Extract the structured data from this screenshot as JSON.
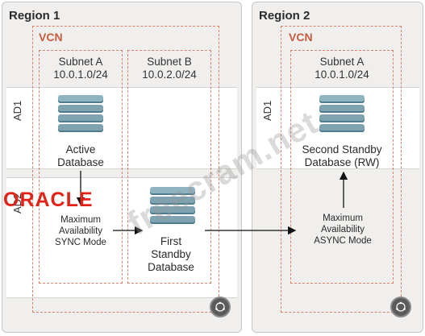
{
  "regions": {
    "r1": {
      "title": "Region 1",
      "vcn": "VCN"
    },
    "r2": {
      "title": "Region 2",
      "vcn": "VCN"
    }
  },
  "ads": {
    "ad1": "AD1",
    "ad2": "AD2"
  },
  "subnets": {
    "r1a": {
      "name": "Subnet A",
      "cidr": "10.0.1.0/24"
    },
    "r1b": {
      "name": "Subnet B",
      "cidr": "10.0.2.0/24"
    },
    "r2a": {
      "name": "Subnet A",
      "cidr": "10.0.1.0/24"
    }
  },
  "databases": {
    "active": {
      "line1": "Active",
      "line2": "Database"
    },
    "first": {
      "line1": "First",
      "line2": "Standby",
      "line3": "Database"
    },
    "second": {
      "line1": "Second Standby",
      "line2": "Database (RW)"
    }
  },
  "modes": {
    "sync": {
      "line1": "Maximum",
      "line2": "Availability",
      "line3": "SYNC Mode"
    },
    "async": {
      "line1": "Maximum",
      "line2": "Availability",
      "line3": "ASYNC Mode"
    }
  },
  "logo": "ORACLE",
  "watermark": "freecram.net",
  "colors": {
    "dashed": "#d9826a",
    "vcn_label": "#c75b3e",
    "db": "#7fa3b1",
    "oracle_red": "#e2231a"
  }
}
